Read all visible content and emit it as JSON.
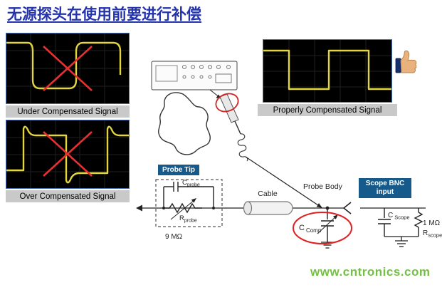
{
  "title": "无源探头在使用前要进行补偿",
  "scopes": {
    "under": {
      "label": "Under Compensated Signal"
    },
    "over": {
      "label": "Over Compensated Signal"
    },
    "proper": {
      "label": "Properly Compensated Signal"
    }
  },
  "icons": {
    "thumbs_up": "thumbs-up"
  },
  "circuit": {
    "probe_tip_tag": "Probe Tip",
    "scope_bnc_tag": "Scope BNC input",
    "c_probe_main": "C",
    "c_probe_sub": "probe",
    "r_probe_main": "R",
    "r_probe_sub": "probe",
    "probe_resistance": "9 MΩ",
    "cable": "Cable",
    "probe_body": "Probe Body",
    "c_comp_main": "C",
    "c_comp_sub": "Comp",
    "c_scope_main": "C",
    "c_scope_sub": "Scope",
    "scope_resistance": "1 MΩ",
    "r_scope_main": "R",
    "r_scope_sub": "scope"
  },
  "watermark": "www.cntronics.com",
  "colors": {
    "title_blue": "#2433ae",
    "tag_blue": "#155a8a",
    "trace_yellow": "#e2d53e",
    "error_red": "#e83030",
    "highlight_red": "#e02020",
    "watermark_green": "#74bf45",
    "label_gray": "#c9c9c9"
  }
}
